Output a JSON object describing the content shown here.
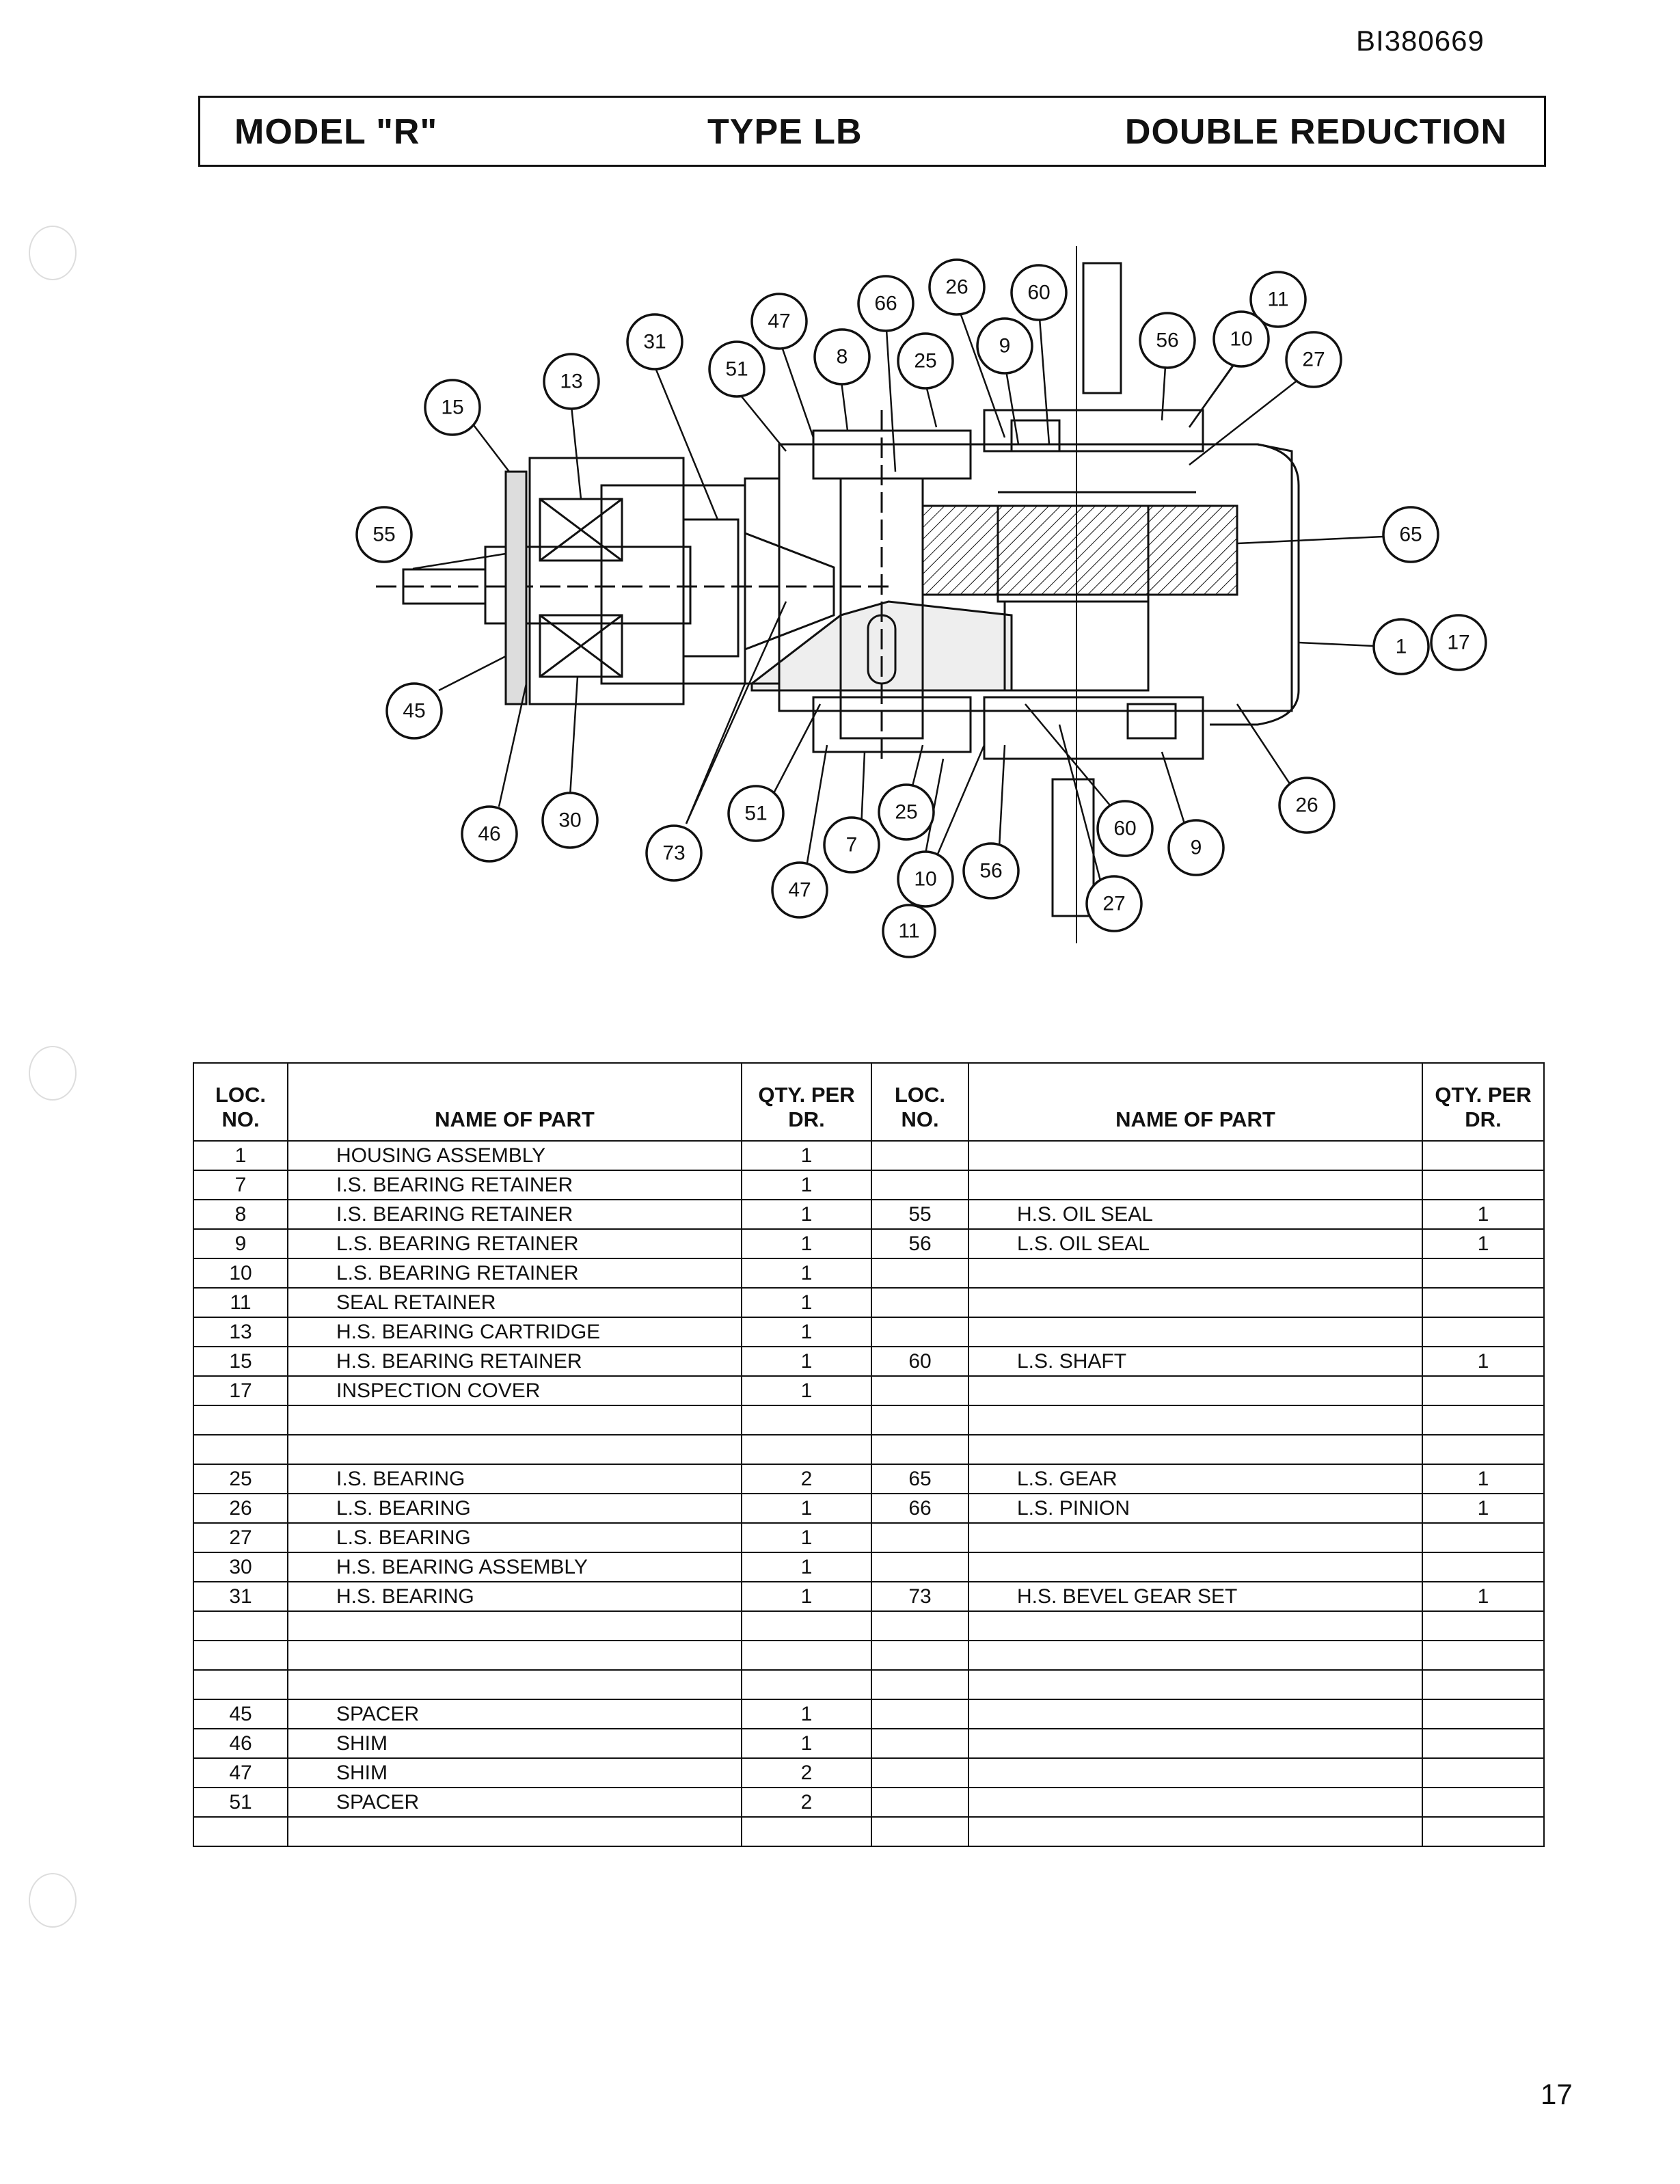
{
  "doc_id": "BI380669",
  "title": {
    "model": "MODEL \"R\"",
    "type": "TYPE LB",
    "reduction": "DOUBLE REDUCTION"
  },
  "diagram": {
    "callouts": [
      "15",
      "13",
      "31",
      "47",
      "51",
      "66",
      "8",
      "26",
      "25",
      "60",
      "9",
      "56",
      "11",
      "10",
      "27",
      "55",
      "65",
      "1",
      "17",
      "45",
      "46",
      "30",
      "73",
      "51",
      "47",
      "7",
      "25",
      "10",
      "11",
      "56",
      "60",
      "27",
      "9",
      "26"
    ]
  },
  "table": {
    "headers": {
      "loc": "LOC. NO.",
      "name": "NAME OF PART",
      "qty": "QTY. PER DR.",
      "loc2": "LOC. NO.",
      "name2": "NAME OF PART",
      "qty2": "QTY. PER DR."
    },
    "rows": [
      {
        "loc": "1",
        "name": "HOUSING ASSEMBLY",
        "qty": "1",
        "loc2": "",
        "name2": "",
        "qty2": ""
      },
      {
        "loc": "7",
        "name": "I.S. BEARING RETAINER",
        "qty": "1",
        "loc2": "",
        "name2": "",
        "qty2": ""
      },
      {
        "loc": "8",
        "name": "I.S. BEARING RETAINER",
        "qty": "1",
        "loc2": "55",
        "name2": "H.S. OIL SEAL",
        "qty2": "1"
      },
      {
        "loc": "9",
        "name": "L.S. BEARING RETAINER",
        "qty": "1",
        "loc2": "56",
        "name2": "L.S. OIL SEAL",
        "qty2": "1"
      },
      {
        "loc": "10",
        "name": "L.S. BEARING RETAINER",
        "qty": "1",
        "loc2": "",
        "name2": "",
        "qty2": ""
      },
      {
        "loc": "11",
        "name": "SEAL RETAINER",
        "qty": "1",
        "loc2": "",
        "name2": "",
        "qty2": ""
      },
      {
        "loc": "13",
        "name": "H.S. BEARING CARTRIDGE",
        "qty": "1",
        "loc2": "",
        "name2": "",
        "qty2": ""
      },
      {
        "loc": "15",
        "name": "H.S. BEARING RETAINER",
        "qty": "1",
        "loc2": "60",
        "name2": "L.S. SHAFT",
        "qty2": "1"
      },
      {
        "loc": "17",
        "name": "INSPECTION COVER",
        "qty": "1",
        "loc2": "",
        "name2": "",
        "qty2": ""
      },
      {
        "loc": "",
        "name": "",
        "qty": "",
        "loc2": "",
        "name2": "",
        "qty2": ""
      },
      {
        "loc": "",
        "name": "",
        "qty": "",
        "loc2": "",
        "name2": "",
        "qty2": ""
      },
      {
        "loc": "25",
        "name": "I.S. BEARING",
        "qty": "2",
        "loc2": "65",
        "name2": "L.S. GEAR",
        "qty2": "1"
      },
      {
        "loc": "26",
        "name": "L.S. BEARING",
        "qty": "1",
        "loc2": "66",
        "name2": "L.S. PINION",
        "qty2": "1"
      },
      {
        "loc": "27",
        "name": "L.S. BEARING",
        "qty": "1",
        "loc2": "",
        "name2": "",
        "qty2": ""
      },
      {
        "loc": "30",
        "name": "H.S. BEARING ASSEMBLY",
        "qty": "1",
        "loc2": "",
        "name2": "",
        "qty2": ""
      },
      {
        "loc": "31",
        "name": "H.S. BEARING",
        "qty": "1",
        "loc2": "73",
        "name2": "H.S. BEVEL GEAR SET",
        "qty2": "1"
      },
      {
        "loc": "",
        "name": "",
        "qty": "",
        "loc2": "",
        "name2": "",
        "qty2": ""
      },
      {
        "loc": "",
        "name": "",
        "qty": "",
        "loc2": "",
        "name2": "",
        "qty2": ""
      },
      {
        "loc": "",
        "name": "",
        "qty": "",
        "loc2": "",
        "name2": "",
        "qty2": ""
      },
      {
        "loc": "45",
        "name": "SPACER",
        "qty": "1",
        "loc2": "",
        "name2": "",
        "qty2": ""
      },
      {
        "loc": "46",
        "name": "SHIM",
        "qty": "1",
        "loc2": "",
        "name2": "",
        "qty2": ""
      },
      {
        "loc": "47",
        "name": "SHIM",
        "qty": "2",
        "loc2": "",
        "name2": "",
        "qty2": ""
      },
      {
        "loc": "51",
        "name": "SPACER",
        "qty": "2",
        "loc2": "",
        "name2": "",
        "qty2": ""
      },
      {
        "loc": "",
        "name": "",
        "qty": "",
        "loc2": "",
        "name2": "",
        "qty2": ""
      }
    ]
  },
  "page_number": "17"
}
